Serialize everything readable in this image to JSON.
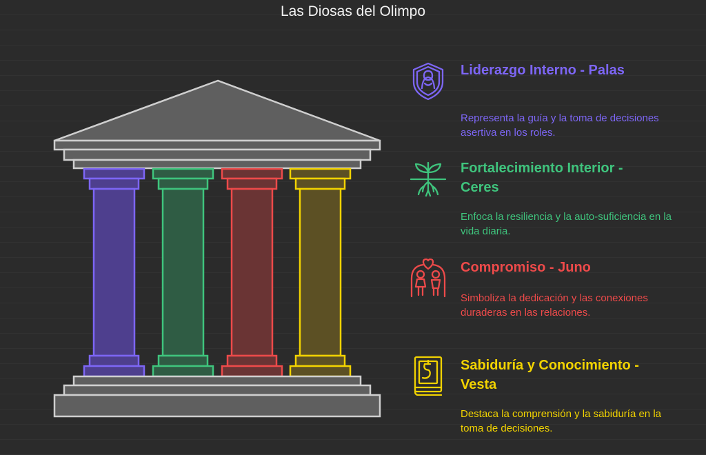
{
  "title": "Las Diosas del Olimpo",
  "colors": {
    "purple": "#7d66f5",
    "green": "#3fc47d",
    "red": "#ed4a4a",
    "yellow": "#f2d300",
    "stone": "#5f5f5f"
  },
  "items": [
    {
      "heading": "Liderazgo Interno - Palas",
      "text": "Representa la guía y la toma de decisiones asertiva en los roles.",
      "icon": "shield-person-icon"
    },
    {
      "heading": "Fortalecimiento Interior - Ceres",
      "text": "Enfoca la resiliencia y la auto-suficiencia en la vida diaria.",
      "icon": "sprout-roots-icon"
    },
    {
      "heading": "Compromiso - Juno",
      "text": "Simboliza la dedicación y las conexiones duraderas en las relaciones.",
      "icon": "couple-heart-icon"
    },
    {
      "heading": "Sabiduría y Conocimiento - Vesta",
      "text": "Destaca la comprensión y la sabiduría en la toma de decisiones.",
      "icon": "book-icon"
    }
  ]
}
